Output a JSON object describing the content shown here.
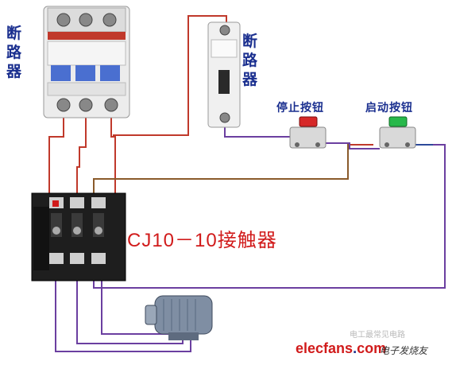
{
  "labels": {
    "breaker_left": [
      "断",
      "路",
      "器"
    ],
    "breaker_right": [
      "断",
      "路",
      "器"
    ],
    "stop_button": "停止按钮",
    "start_button": "启动按钮",
    "contactor": "CJ10－10接触器"
  },
  "watermark": {
    "elec": "elec",
    "fans": "fans",
    "dot": ".",
    "com": "com",
    "cn": "电子发烧友",
    "faded": "电工最常见电路"
  },
  "colors": {
    "label_blue": "#1a2f8f",
    "contactor_red": "#d11b1b",
    "wire_red": "#c0392b",
    "wire_purple": "#6b3fa0",
    "wire_brown": "#8a5a2b",
    "wire_blue": "#2c4a9a",
    "stop_cap": "#d62828",
    "start_cap": "#27b84a"
  }
}
